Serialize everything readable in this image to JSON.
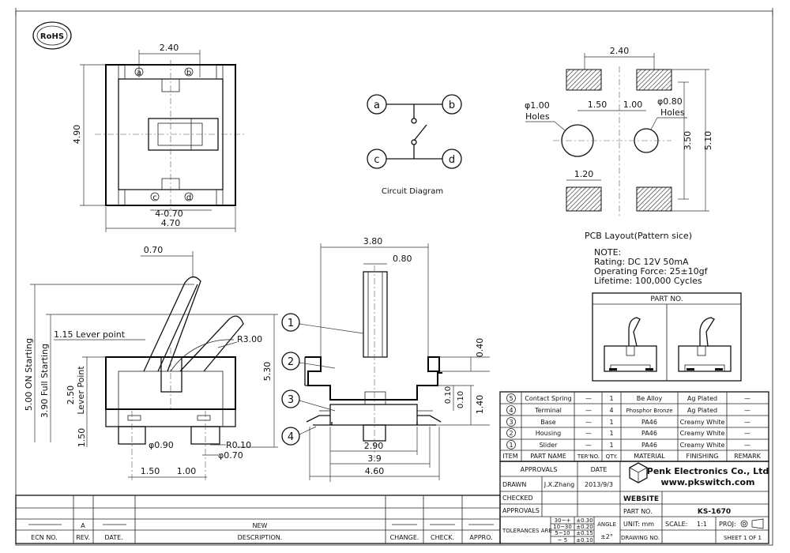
{
  "rohs": {
    "label": "RoHS"
  },
  "top_view": {
    "dim_top": "2.40",
    "dim_height": "4.90",
    "dim_pins": "4-0.70",
    "dim_width": "4.70",
    "pin_a": "a",
    "pin_b": "b",
    "pin_c": "c",
    "pin_d": "d"
  },
  "circuit": {
    "label": "Circuit Diagram",
    "a": "a",
    "b": "b",
    "c": "c",
    "d": "d"
  },
  "pcb": {
    "dim_top": "2.40",
    "hole1": "φ1.00",
    "hole1_sub": "Holes",
    "dim_150": "1.50",
    "dim_100": "1.00",
    "hole2": "φ0.80",
    "hole2_sub": "Holes",
    "dim_350": "3.50",
    "dim_510": "5.10",
    "dim_120": "1.20",
    "label": "PCB Layout(Pattern sice)"
  },
  "notes": {
    "title": "NOTE:",
    "rating": "Rating: DC 12V 50mA",
    "force": "Operating Force: 25±10gf",
    "life": "Lifetime:  100,000 Cycles"
  },
  "part_no_box": {
    "title": "PART NO."
  },
  "side_view": {
    "dim_070": "0.70",
    "on_starting": "5.00 ON Starting",
    "full_starting": "3.90 Full Starting",
    "lever_point": "1.15 Lever point",
    "dim_250": "2.50",
    "lever_point_v": "Lever Point",
    "r300": "R3.00",
    "dim_530": "5.30",
    "dim_150": "1.50",
    "d090": "φ0.90",
    "r010": "R0.10",
    "d070": "φ0.70",
    "b150": "1.50",
    "b100": "1.00"
  },
  "front_view": {
    "dim_380": "3.80",
    "dim_080": "0.80",
    "dim_040": "0.40",
    "dim_010a": "0.10",
    "dim_010b": "0.10",
    "dim_140": "1.40",
    "dim_290": "2.90",
    "dim_39": "3.9",
    "dim_460": "4.60",
    "b1": "1",
    "b2": "2",
    "b3": "3",
    "b4": "4"
  },
  "bom": {
    "headers": [
      "ITEM",
      "PART NAME",
      "TER'NO.",
      "QTY.",
      "MATERIAL",
      "FINISHING",
      "REMARK"
    ],
    "rows": [
      {
        "item": "5",
        "name": "Contact Spring",
        "ter": "—",
        "qty": "1",
        "material": "Be Alloy",
        "finish": "Ag Plated",
        "remark": "—"
      },
      {
        "item": "4",
        "name": "Terminal",
        "ter": "—",
        "qty": "4",
        "material": "Phosphor Bronze",
        "finish": "Ag Plated",
        "remark": "—"
      },
      {
        "item": "3",
        "name": "Base",
        "ter": "—",
        "qty": "1",
        "material": "PA46",
        "finish": "Creamy White",
        "remark": "—"
      },
      {
        "item": "2",
        "name": "Housing",
        "ter": "—",
        "qty": "1",
        "material": "PA46",
        "finish": "Creamy White",
        "remark": "—"
      },
      {
        "item": "1",
        "name": "Slider",
        "ter": "—",
        "qty": "1",
        "material": "PA46",
        "finish": "Creamy White",
        "remark": "—"
      }
    ]
  },
  "title_block": {
    "approvals": "APPROVALS",
    "date": "DATE",
    "drawn": "DRAWN",
    "drawn_by": "J.X.Zhang",
    "drawn_date": "2013/9/3",
    "checked": "CHECKED",
    "approvals2": "APPROVALS",
    "company": "Penk Electronics Co., Ltd",
    "website_url": "www.pkswitch.com",
    "website": "WEBSITE",
    "part_no": "PART NO.",
    "part_no_val": "KS-1670",
    "tolerances": "TOLERANCES ARE",
    "tol_r1": "30~+",
    "tol_r2": "10~30",
    "tol_r3": "5~10",
    "tol_r4": "~ 5",
    "tol_v1": "±0.30",
    "tol_v2": "±0.20",
    "tol_v3": "±0.15",
    "tol_v4": "±0.10",
    "angle": "ANGLE",
    "angle_val": "±2°",
    "unit": "UNIT: mm",
    "scale": "SCALE:",
    "scale_val": "1:1",
    "proj": "PROJ:",
    "drawing_no": "DRAWING NO.",
    "sheet": "SHEET  1  OF  1"
  },
  "revision": {
    "rev_a": "A",
    "new": "NEW",
    "headers": [
      "ECN NO.",
      "REV.",
      "DATE.",
      "DESCRIPTION.",
      "CHANGE.",
      "CHECK.",
      "APPRO."
    ]
  }
}
